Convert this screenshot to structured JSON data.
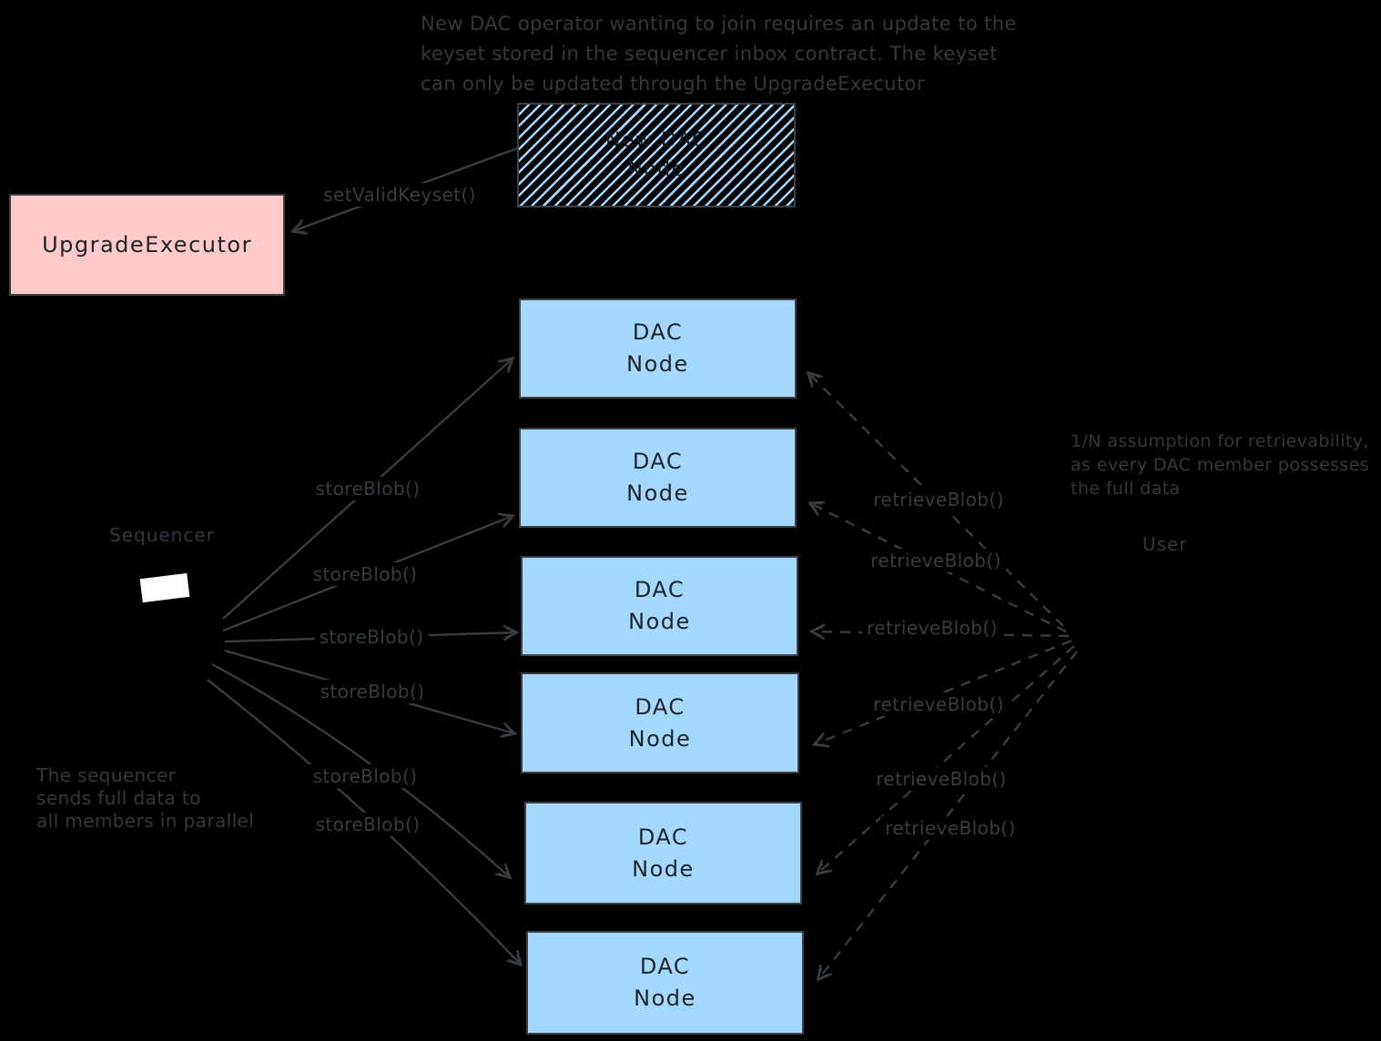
{
  "colors": {
    "background": "#000000",
    "dac_node_fill": "#a5d8ff",
    "upgrade_executor_fill": "#ffc9c9",
    "hatch_stroke": "#a5d8ff",
    "line_stroke": "#363c40"
  },
  "top_note": {
    "lines": [
      "New DAC operator wanting to join requires an update to the",
      "keyset stored in the sequencer inbox contract. The keyset",
      "can only be updated through the UpgradeExecutor"
    ]
  },
  "upgrade_executor": {
    "label": "UpgradeExecutor"
  },
  "new_dac_node": {
    "line1": "New DAC",
    "line2": "Node"
  },
  "arrows": {
    "set_valid_keyset_label": "setValidKeyset()",
    "store_labels": [
      "storeBlob()",
      "storeBlob()",
      "storeBlob()",
      "storeBlob()",
      "storeBlob()",
      "storeBlob()"
    ],
    "retrieve_labels": [
      "retrieveBlob()",
      "retrieveBlob()",
      "retrieveBlob()",
      "retrieveBlob()",
      "retrieveBlob()",
      "retrieveBlob()"
    ]
  },
  "sequencer": {
    "label": "Sequencer",
    "note_lines": [
      "The sequencer",
      "sends full data to",
      "all members in parallel"
    ]
  },
  "user": {
    "label": "User",
    "note_lines": [
      "1/N assumption for retrievability,",
      "as every DAC member possesses",
      "the full data"
    ]
  },
  "dac_nodes": [
    {
      "line1": "DAC",
      "line2": "Node"
    },
    {
      "line1": "DAC",
      "line2": "Node"
    },
    {
      "line1": "DAC",
      "line2": "Node"
    },
    {
      "line1": "DAC",
      "line2": "Node"
    },
    {
      "line1": "DAC",
      "line2": "Node"
    },
    {
      "line1": "DAC",
      "line2": "Node"
    }
  ]
}
